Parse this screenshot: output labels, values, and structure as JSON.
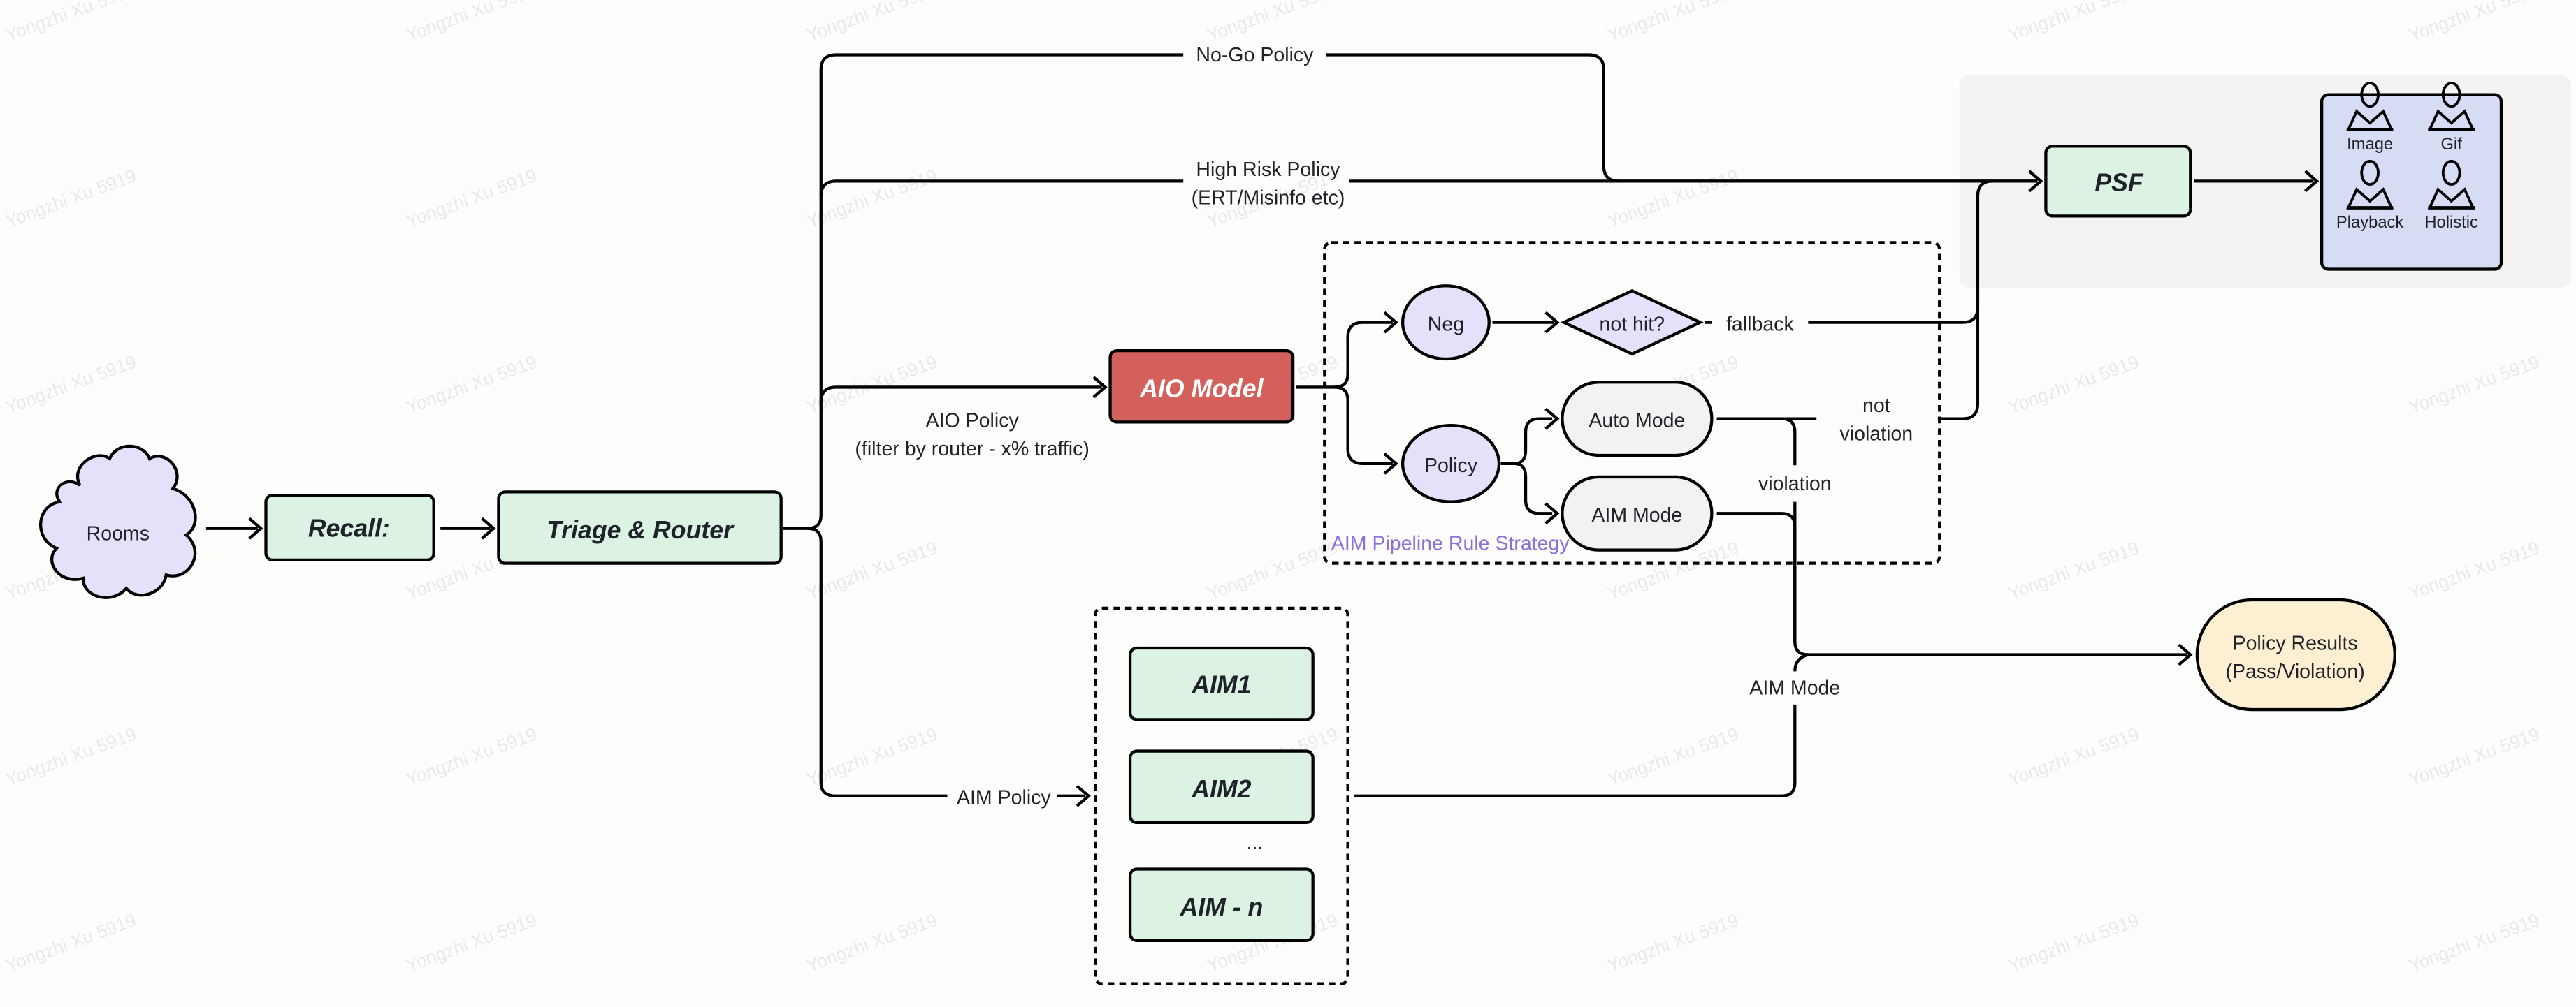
{
  "colors": {
    "green_fill": "#dcf3e4",
    "purple_fill": "#e6e0fb",
    "aio_fill": "#d4605c",
    "gray_fill": "#f2f2f2",
    "reviewer_fill": "#d6dcf4",
    "result_fill": "#fdf0d2",
    "strategy_label": "#8c6fd8",
    "panel_fill": "#f3f3f2"
  },
  "nodes": {
    "rooms": "Rooms",
    "recall": "Recall:",
    "triage": "Triage & Router",
    "aio_model": "AIO Model",
    "neg": "Neg",
    "not_hit": "not hit?",
    "policy": "Policy",
    "auto_mode": "Auto Mode",
    "aim_mode": "AIM Mode",
    "psf": "PSF",
    "aim1": "AIM1",
    "aim2": "AIM2",
    "aim_ellipsis": "...",
    "aim_n": "AIM - n",
    "policy_results_line1": "Policy Results",
    "policy_results_line2": "(Pass/Violation)"
  },
  "reviewers": [
    "Image",
    "Gif",
    "Playback",
    "Holistic"
  ],
  "edge_labels": {
    "no_go": "No-Go Policy",
    "high_risk_line1": "High Risk Policy",
    "high_risk_line2": "(ERT/Misinfo etc)",
    "aio_policy_line1": "AIO Policy",
    "aio_policy_line2": "(filter by router - x% traffic)",
    "aim_policy": "AIM Policy",
    "fallback": "fallback",
    "not_violation_line1": "not",
    "not_violation_line2": "violation",
    "violation": "violation",
    "aim_mode_edge": "AIM Mode"
  },
  "groups": {
    "strategy_title": "AIM Pipeline Rule Strategy"
  },
  "watermark": "Yongzhi Xu 5919"
}
